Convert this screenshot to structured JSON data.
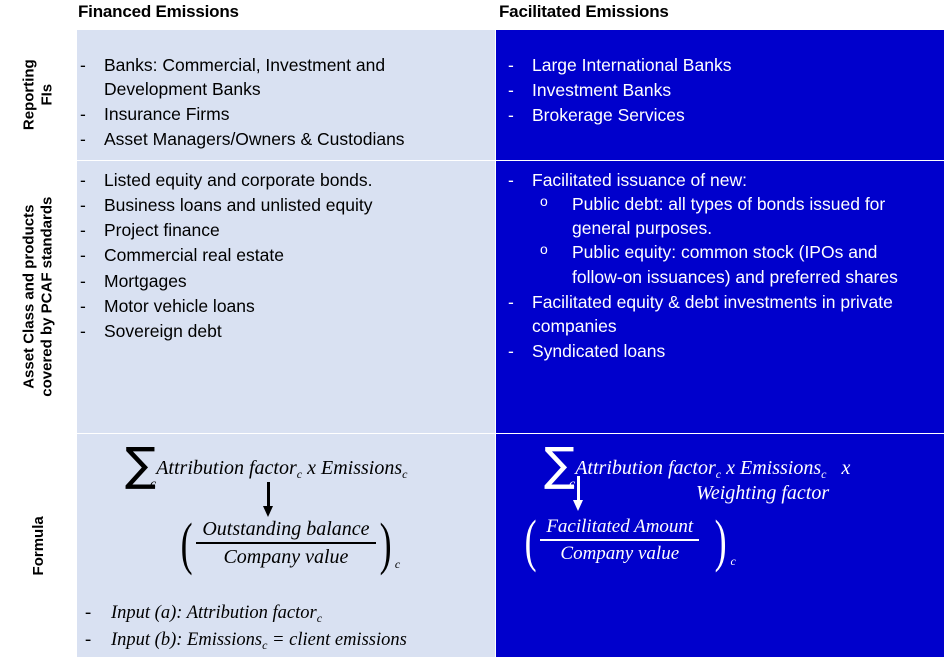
{
  "table": {
    "columns": [
      {
        "id": "financed",
        "label": "Financed Emissions",
        "theme": "light"
      },
      {
        "id": "facilitated",
        "label": "Facilitated Emissions",
        "theme": "dark"
      }
    ],
    "row_labels": [
      {
        "id": "reporting-fis",
        "line1": "Reporting",
        "line2": "FIs"
      },
      {
        "id": "asset-class",
        "line1": "Asset Class and products",
        "line2": "covered by PCAF standards"
      },
      {
        "id": "formula",
        "line1": "Formula",
        "line2": ""
      }
    ],
    "rows": {
      "reporting_fis": {
        "financed": [
          "Banks: Commercial, Investment and Development Banks",
          "Insurance Firms",
          "Asset Managers/Owners & Custodians"
        ],
        "facilitated": [
          "Large International Banks",
          "Investment Banks",
          "Brokerage Services"
        ]
      },
      "asset_class": {
        "financed": [
          "Listed equity and corporate bonds.",
          "Business loans and unlisted equity",
          "Project finance",
          "Commercial real estate",
          "Mortgages",
          "Motor vehicle loans",
          "Sovereign debt"
        ],
        "facilitated": {
          "item1": "Facilitated issuance of new:",
          "sub1": "Public debt: all types of bonds issued for general purposes.",
          "sub2": "Public equity: common stock (IPOs and follow-on issuances) and preferred shares",
          "item2": "Facilitated equity & debt investments in private companies",
          "item3": "Syndicated loans"
        }
      },
      "formula": {
        "financed": {
          "sum_symbol": "∑",
          "sum_subscript": "c",
          "expression": "Attribution factor",
          "expression_sub": "c",
          "times": "x",
          "term2": "Emissions",
          "term2_sub": "c",
          "fraction_numerator": "Outstanding balance",
          "fraction_denominator": "Company value",
          "fraction_subscript": "c",
          "inputs": [
            "Input (a): Attribution factor",
            "Input (b): Emissionsc = client  emissions"
          ],
          "input_a_prefix": "Input (a): Attribution factor",
          "input_a_sub": "c",
          "input_b_prefix": "Input (b): Emissions",
          "input_b_sub": "c",
          "input_b_suffix": " = client  emissions"
        },
        "facilitated": {
          "sum_symbol": "∑",
          "sum_subscript": "c",
          "expression": "Attribution factor",
          "expression_sub": "c",
          "times": "x",
          "term2": "Emissions",
          "term2_sub": "c",
          "times2": "x",
          "weighting": "Weighting factor",
          "fraction_numerator": "Facilitated Amount",
          "fraction_denominator": "Company value",
          "fraction_subscript": "c"
        }
      }
    },
    "bullet_marker": "-",
    "sub_bullet_marker": "o"
  },
  "colors": {
    "light_cell": "#D9E1F2",
    "dark_cell": "#0000CC",
    "text_dark": "#000000",
    "text_light": "#FFFFFF"
  }
}
